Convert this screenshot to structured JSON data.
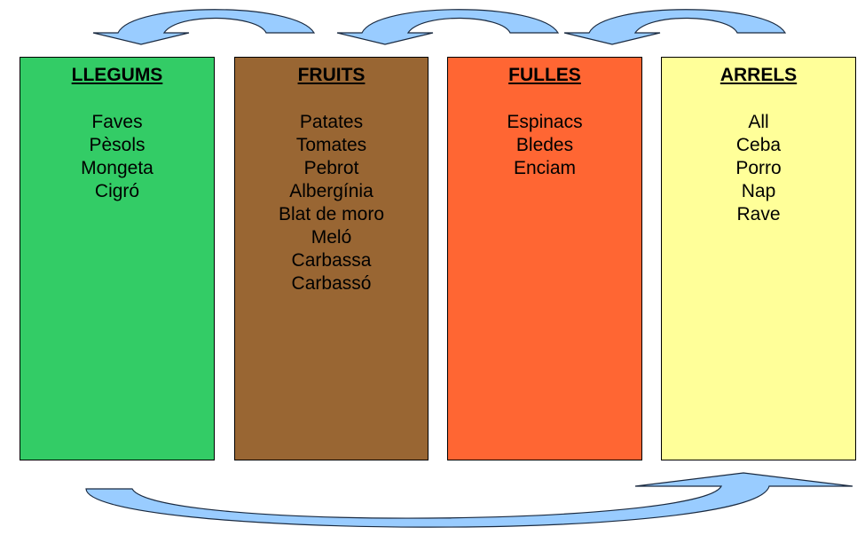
{
  "columns": [
    {
      "title": "LLEGUMS",
      "color": "#33cc66",
      "items": [
        "Faves",
        "Pèsols",
        "Mongeta",
        "Cigró"
      ]
    },
    {
      "title": "FRUITS",
      "color": "#996633",
      "items": [
        "Patates",
        "Tomates",
        "Pebrot",
        "Albergínia",
        "Blat de moro",
        "Meló",
        "Carbassa",
        "Carbassó"
      ]
    },
    {
      "title": "FULLES",
      "color": "#ff6633",
      "items": [
        "Espinacs",
        "Bledes",
        "Enciam"
      ]
    },
    {
      "title": "ARRELS",
      "color": "#ffff99",
      "items": [
        "All",
        "Ceba",
        "Porro",
        "Nap",
        "Rave"
      ]
    }
  ],
  "arrow_color": "#99ccff"
}
